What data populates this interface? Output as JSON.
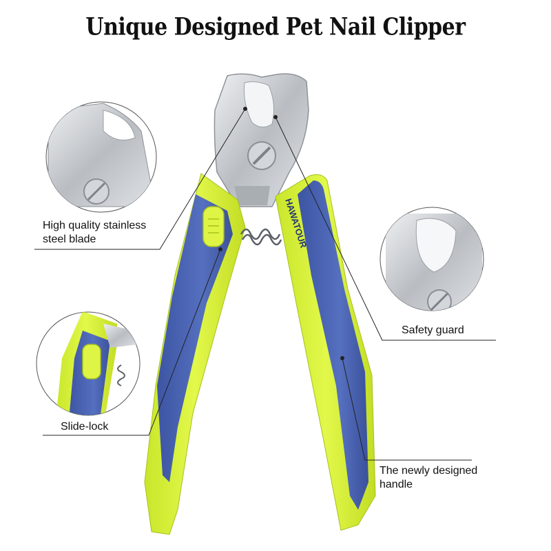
{
  "title": "Unique Designed Pet Nail Clipper",
  "brand": "HAWATOUR",
  "labels": {
    "blade_line1": "High quality stainless",
    "blade_line2": "steel blade",
    "safety_guard": "Safety guard",
    "slide_lock": "Slide-lock",
    "handle_line1": "The newly designed",
    "handle_line2": "handle"
  },
  "colors": {
    "handle_green": "#d6f13a",
    "handle_blue": "#4a63b0",
    "steel": "#c9ccd0",
    "text": "#111111"
  }
}
